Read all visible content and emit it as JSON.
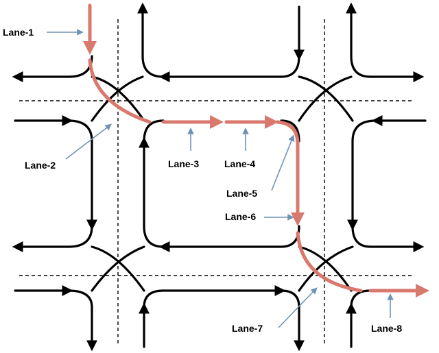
{
  "colors": {
    "road": "#000000",
    "route": "#d9786d",
    "callout": "#6f93b5",
    "divider": "#000000",
    "background": "#ffffff"
  },
  "labels": {
    "lane1": "Lane-1",
    "lane2": "Lane-2",
    "lane3": "Lane-3",
    "lane4": "Lane-4",
    "lane5": "Lane-5",
    "lane6": "Lane-6",
    "lane7": "Lane-7",
    "lane8": "Lane-8"
  }
}
